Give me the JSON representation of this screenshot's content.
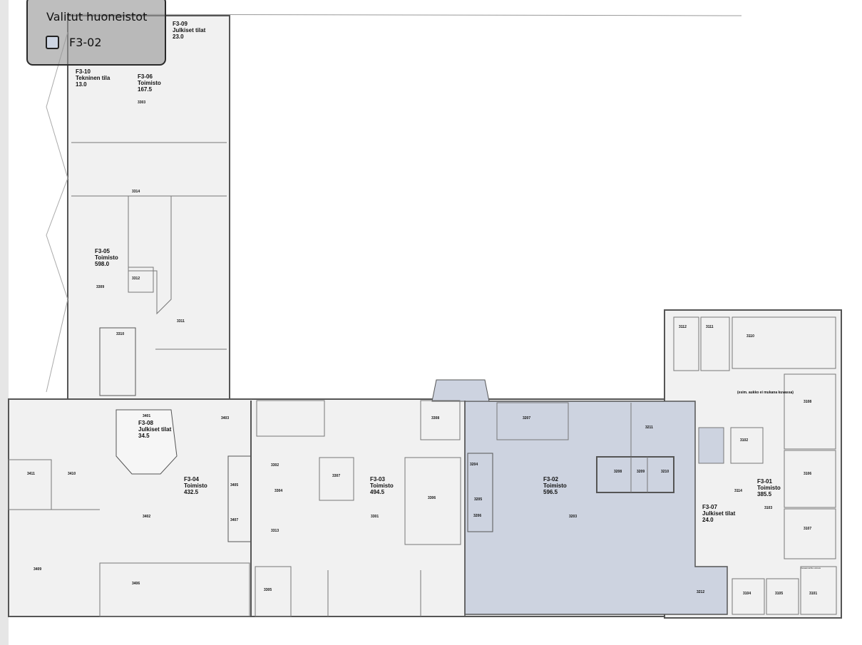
{
  "panel": {
    "title": "Valitut huoneistot",
    "items": [
      {
        "label": "F3-02",
        "checked": false
      }
    ]
  },
  "colors": {
    "highlight": "#cdd3e0",
    "floor": "#f1f1f1",
    "wall": "#555555"
  },
  "units": [
    {
      "id": "F3-06",
      "type": "Toimisto",
      "area": "167.5"
    },
    {
      "id": "F3-05",
      "type": "Toimisto",
      "area": "598.0"
    },
    {
      "id": "F3-04",
      "type": "Toimisto",
      "area": "432.5"
    },
    {
      "id": "F3-03",
      "type": "Toimisto",
      "area": "494.5"
    },
    {
      "id": "F3-02",
      "type": "Toimisto",
      "area": "596.5"
    },
    {
      "id": "F3-01",
      "type": "Toimisto",
      "area": "385.5"
    },
    {
      "id": "F3-07",
      "type": "Julkiset tilat",
      "area": "24.0"
    },
    {
      "id": "F3-08",
      "type": "Julkiset tilat",
      "area": "34.5"
    },
    {
      "id": "F3-09",
      "type": "Julkiset tilat",
      "area": "23.0"
    },
    {
      "id": "F3-10",
      "type": "Tekninen tila",
      "area": "13.0"
    }
  ],
  "rooms": [
    "3303",
    "3314",
    "3312",
    "3311",
    "3309",
    "3310",
    "3411",
    "3410",
    "3402",
    "3409",
    "3406",
    "3407",
    "3403",
    "3401",
    "3405",
    "3307",
    "3301",
    "3306",
    "3305",
    "3302",
    "3304",
    "3308",
    "3313",
    "3212",
    "3203",
    "3207",
    "3211",
    "3208",
    "3209",
    "3210",
    "3204",
    "3205",
    "3206",
    "3112",
    "3111",
    "3110",
    "3108",
    "3106",
    "3107",
    "3102",
    "3103",
    "3104",
    "3105",
    "3101",
    "3114"
  ],
  "notes": [
    "(esim. aukko ei mukana kuvassa)",
    "Vesaanvaihto-varaus"
  ]
}
